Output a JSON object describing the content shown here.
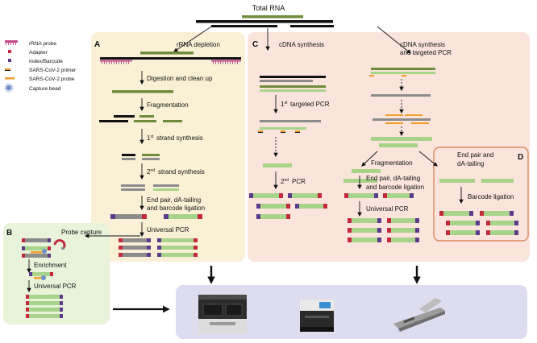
{
  "title": "Total RNA",
  "legend": [
    {
      "label": "rRNA probe",
      "symbol": "rrna-probe-icon"
    },
    {
      "label": "Adapter",
      "symbol": "adapter-icon"
    },
    {
      "label": "Index/Barcode",
      "symbol": "barcode-icon"
    },
    {
      "label": "SARS-CoV-2 primer",
      "symbol": "primer-icon"
    },
    {
      "label": "SARS-CoV-2 probe",
      "symbol": "probe-icon"
    },
    {
      "label": "Capture bead",
      "symbol": "capture-bead-icon"
    }
  ],
  "panel_a": {
    "letter": "A",
    "header": "rRNA depletion",
    "steps": [
      "Digestion and clean up",
      "Fragmentation",
      "strand synthesis",
      "strand synthesis",
      "End pair, dA-tailing",
      "and barcode ligation",
      "Universal PCR"
    ],
    "sup_1": "1",
    "sup_1_suffix": "st",
    "sup_2": "2",
    "sup_2_suffix": "nd"
  },
  "panel_b": {
    "letter": "B",
    "steps": [
      "Probe capture",
      "Enrichment",
      "Universal  PCR"
    ]
  },
  "panel_c": {
    "letter": "C",
    "left_header": "cDNA synthesis",
    "right_header": "cDNA synthesis",
    "right_header_2": "and targeted PCR",
    "pcr1": "targeted PCR",
    "pcr2": "PCR",
    "fragmentation": "Fragmentation",
    "end_pair": "End pair, dA-tailing",
    "end_pair_2": "and barcode ligation",
    "universal": "Universal PCR"
  },
  "panel_d": {
    "letter": "D",
    "step1": "End pair and",
    "step1b": "dA-tailing",
    "step2": "Barcode ligation"
  },
  "colors": {
    "panel_a": "#faf0d6",
    "panel_b": "#e8f3d9",
    "panel_c": "#fbe4dc",
    "panel_out": "#dedcef",
    "panel_d_border": "#d98a5b",
    "rna_green": "#6e8c3c",
    "light_green": "#a7d38a",
    "gray": "#8c8c8c",
    "probe_pink": "#c24b8c",
    "adapter_red": "#c5283d",
    "barcode_purple": "#5b3b8c",
    "primer_orange": "#f29d2b",
    "bead_blue": "#6f8fc7"
  },
  "instruments": [
    "sequencer-a-icon",
    "sequencer-b-icon",
    "nanopore-flowcell-icon"
  ]
}
